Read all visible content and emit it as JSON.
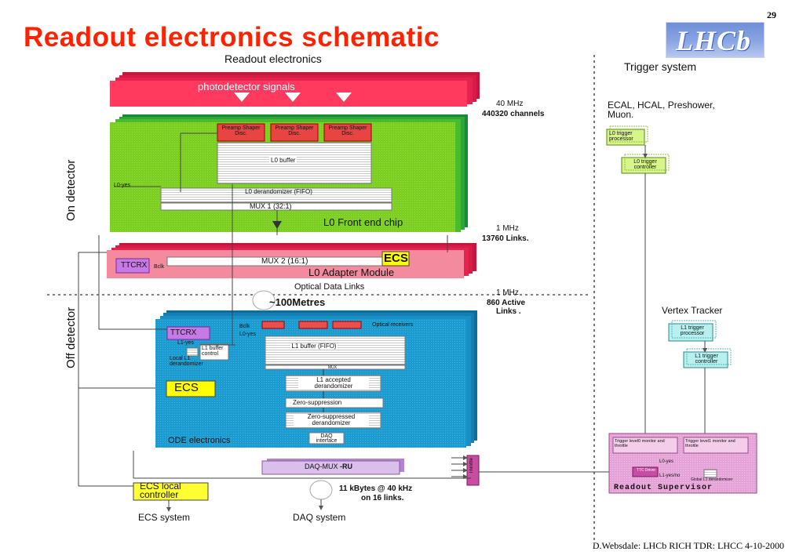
{
  "slide": {
    "title": "Readout electronics schematic",
    "page_number": "29",
    "footer": "D.Websdale: LHCb RICH TDR:  LHCC   4-10-2000",
    "logo_text": "LHCb"
  },
  "headers": {
    "readout": "Readout electronics",
    "trigger": "Trigger system"
  },
  "side_labels": {
    "on_detector": "On detector",
    "off_detector": "Off detector"
  },
  "photodetector": {
    "label": "photodetector       signals"
  },
  "rates": {
    "r1_freq": "40 MHz",
    "r1_desc": "440320 channels",
    "r2_freq": "1 MHz",
    "r2_desc": "13760 Links.",
    "r3_freq": "1 MHz",
    "r3_desc_1": "860 Active",
    "r3_desc_2": "Links .",
    "daq_desc_1": "11 kBytes @ 40 kHz",
    "daq_desc_2": "on 16 links."
  },
  "l0_chip": {
    "preamp_1": "Preamp Shaper Disc.",
    "preamp_2": "Preamp Shaper Disc.",
    "preamp_3": "Preamp Shaper Disc.",
    "l0_buffer": "L0 buffer",
    "derandomizer": "L0 derandomizer (FIFO)",
    "mux1": "MUX 1 (32:1)",
    "name": "L0 Front end chip",
    "l0_yes": "L0-yes"
  },
  "adapter": {
    "ttcrx": "TTCRX",
    "clk": "Bclk",
    "mux2": "MUX 2 (16:1)",
    "ecs": "ECS",
    "name": "L0 Adapter Module"
  },
  "link": {
    "optical": "Optical Data Links",
    "distance": "~100Metres"
  },
  "ode": {
    "ttcrx": "TTCRX",
    "clk": "Bclk",
    "l0_yes": "L0-yes",
    "l1_yes": "L1-yes",
    "optical_receivers": "Optical receivers",
    "l1_buffer_control": "L1 buffer control",
    "local_l1": "Local L1 derandomizer",
    "l1_buffer": "L1 buffer (FIFO)",
    "mux": "MUX",
    "l1_accepted": "L1 accepted derandomizer",
    "zero_supp": "Zero-suppression",
    "zero_supp_derand": "Zero-suppressed derandomizer",
    "daq_interface": "DAQ interface",
    "ecs": "ECS",
    "name": "ODE electronics",
    "daq_mux": "DAQ-MUX",
    "ru": "-RU"
  },
  "ecs_local": {
    "label_1": "ECS local",
    "label_2": "controller"
  },
  "bottom": {
    "ecs_system": "ECS system",
    "daq_system": "DAQ system"
  },
  "trigger": {
    "l0_sources": "ECAL, HCAL, Preshower, Muon.",
    "l0_processor": "L0 trigger processor",
    "l0_controller": "L0 trigger controller",
    "vertex": "Vertex Tracker",
    "l1_processor": "L1 trigger processor",
    "l1_controller": "L1 trigger controller",
    "throttle_box": "Throttle",
    "rs_l0_monitor": "Trigger level0 monitor and throttle",
    "rs_l1_monitor": "Trigger level1 monitor and throttle",
    "rs_l0_yes": "L0-yes",
    "rs_ttc": "TTC Driver",
    "rs_l1_yes": "L1-yes/no",
    "rs_global_l1": "Global L1 derandomizer",
    "readout_supervisor": "Readout Supervisor"
  }
}
